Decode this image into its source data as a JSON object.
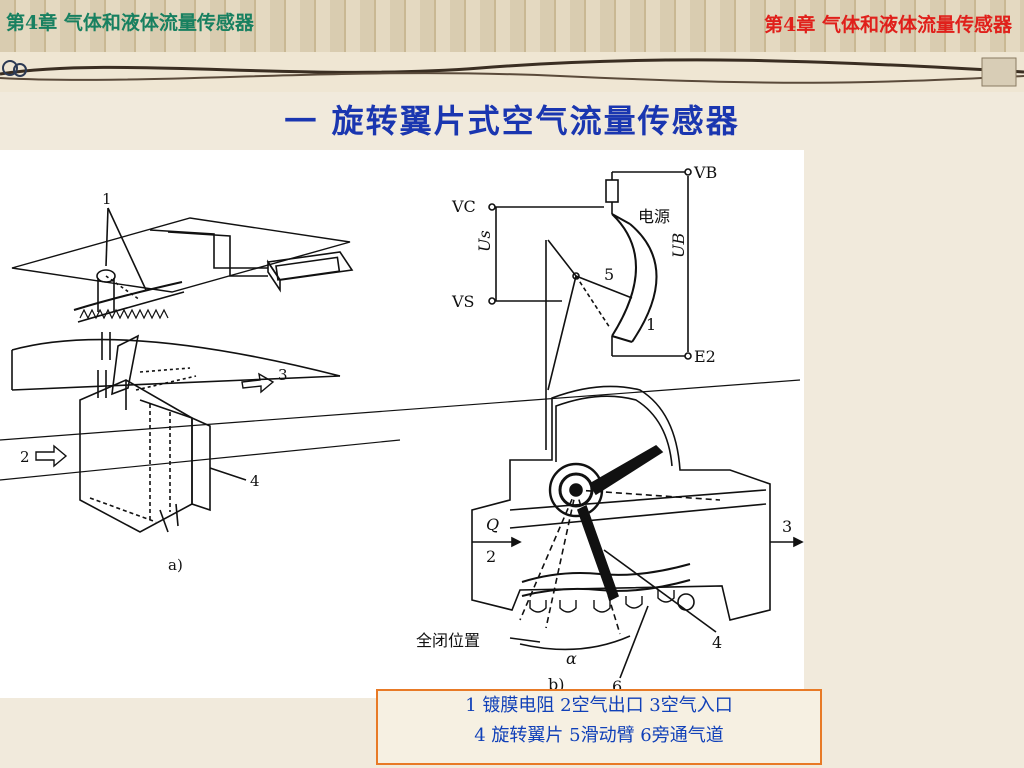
{
  "header": {
    "left": "第4章  气体和液体流量传感器",
    "right": "第4章  气体和液体流量传感器"
  },
  "title": "一  旋转翼片式空气流量传感器",
  "figure_a": {
    "label_1": "1",
    "label_2": "2",
    "label_3": "3",
    "label_4": "4",
    "caption": "a)"
  },
  "figure_b": {
    "vc": "VC",
    "vs": "VS",
    "vb": "VB",
    "e2": "E2",
    "us": "Us",
    "ub": "UB",
    "power": "电源",
    "label_5": "5",
    "label_1": "1",
    "q": "Q",
    "label_2": "2",
    "label_3": "3",
    "label_4": "4",
    "label_6": "6",
    "closed": "全闭位置",
    "alpha": "α",
    "caption": "b)"
  },
  "legend": {
    "line1": "1 镀膜电阻  2空气出口  3空气入口",
    "line2": "4 旋转翼片  5滑动臂 6旁通气道"
  }
}
